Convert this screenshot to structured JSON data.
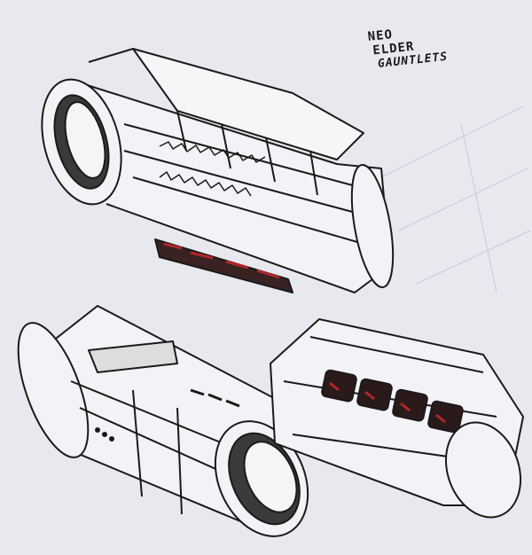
{
  "artwork": {
    "title_lines": [
      "NEO",
      "ELDER",
      "GAUNTLETS"
    ],
    "colors": {
      "paper": "#e8e8ef",
      "ink": "#1a1a1a",
      "accent": "#b3262a"
    }
  }
}
